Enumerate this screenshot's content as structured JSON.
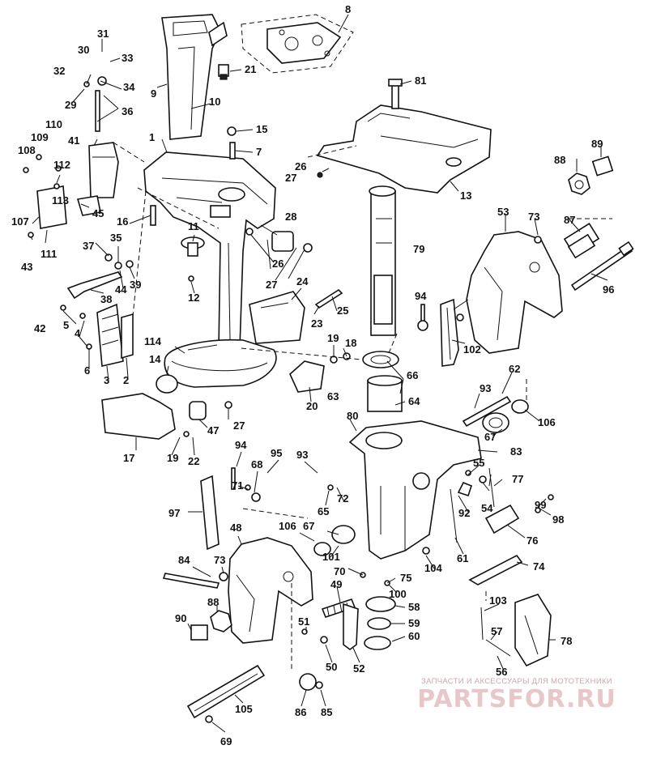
{
  "diagram": {
    "callouts": [
      {
        "n": "1"
      },
      {
        "n": "2"
      },
      {
        "n": "3"
      },
      {
        "n": "4"
      },
      {
        "n": "5"
      },
      {
        "n": "6"
      },
      {
        "n": "7"
      },
      {
        "n": "8"
      },
      {
        "n": "9"
      },
      {
        "n": "10"
      },
      {
        "n": "11"
      },
      {
        "n": "12"
      },
      {
        "n": "13"
      },
      {
        "n": "14"
      },
      {
        "n": "15"
      },
      {
        "n": "16"
      },
      {
        "n": "17"
      },
      {
        "n": "18"
      },
      {
        "n": "19"
      },
      {
        "n": "19"
      },
      {
        "n": "20"
      },
      {
        "n": "21"
      },
      {
        "n": "22"
      },
      {
        "n": "23"
      },
      {
        "n": "24"
      },
      {
        "n": "25"
      },
      {
        "n": "26"
      },
      {
        "n": "26"
      },
      {
        "n": "27"
      },
      {
        "n": "27"
      },
      {
        "n": "27"
      },
      {
        "n": "28"
      },
      {
        "n": "29"
      },
      {
        "n": "30"
      },
      {
        "n": "31"
      },
      {
        "n": "32"
      },
      {
        "n": "33"
      },
      {
        "n": "34"
      },
      {
        "n": "35"
      },
      {
        "n": "36"
      },
      {
        "n": "37"
      },
      {
        "n": "38"
      },
      {
        "n": "39"
      },
      {
        "n": "41"
      },
      {
        "n": "42"
      },
      {
        "n": "43"
      },
      {
        "n": "44"
      },
      {
        "n": "45"
      },
      {
        "n": "47"
      },
      {
        "n": "48"
      },
      {
        "n": "49"
      },
      {
        "n": "50"
      },
      {
        "n": "51"
      },
      {
        "n": "52"
      },
      {
        "n": "53"
      },
      {
        "n": "54"
      },
      {
        "n": "55"
      },
      {
        "n": "56"
      },
      {
        "n": "57"
      },
      {
        "n": "58"
      },
      {
        "n": "59"
      },
      {
        "n": "60"
      },
      {
        "n": "61"
      },
      {
        "n": "62"
      },
      {
        "n": "63"
      },
      {
        "n": "64"
      },
      {
        "n": "65"
      },
      {
        "n": "66"
      },
      {
        "n": "67"
      },
      {
        "n": "67"
      },
      {
        "n": "68"
      },
      {
        "n": "69"
      },
      {
        "n": "70"
      },
      {
        "n": "71"
      },
      {
        "n": "72"
      },
      {
        "n": "73"
      },
      {
        "n": "73"
      },
      {
        "n": "74"
      },
      {
        "n": "75"
      },
      {
        "n": "76"
      },
      {
        "n": "77"
      },
      {
        "n": "78"
      },
      {
        "n": "79"
      },
      {
        "n": "80"
      },
      {
        "n": "81"
      },
      {
        "n": "83"
      },
      {
        "n": "84"
      },
      {
        "n": "85"
      },
      {
        "n": "86"
      },
      {
        "n": "87"
      },
      {
        "n": "88"
      },
      {
        "n": "88"
      },
      {
        "n": "89"
      },
      {
        "n": "90"
      },
      {
        "n": "92"
      },
      {
        "n": "93"
      },
      {
        "n": "93"
      },
      {
        "n": "94"
      },
      {
        "n": "94"
      },
      {
        "n": "95"
      },
      {
        "n": "96"
      },
      {
        "n": "97"
      },
      {
        "n": "98"
      },
      {
        "n": "99"
      },
      {
        "n": "100"
      },
      {
        "n": "101"
      },
      {
        "n": "102"
      },
      {
        "n": "103"
      },
      {
        "n": "104"
      },
      {
        "n": "105"
      },
      {
        "n": "106"
      },
      {
        "n": "106"
      },
      {
        "n": "107"
      },
      {
        "n": "108"
      },
      {
        "n": "109"
      },
      {
        "n": "110"
      },
      {
        "n": "111"
      },
      {
        "n": "112"
      },
      {
        "n": "113"
      },
      {
        "n": "114"
      }
    ]
  },
  "watermark": {
    "caption": "ЗАПЧАСТИ И АКСЕССУАРЫ ДЛЯ МОТОТЕХНИКИ",
    "brand": "PARTSFOR.RU",
    "color": "#e7c7c9"
  }
}
